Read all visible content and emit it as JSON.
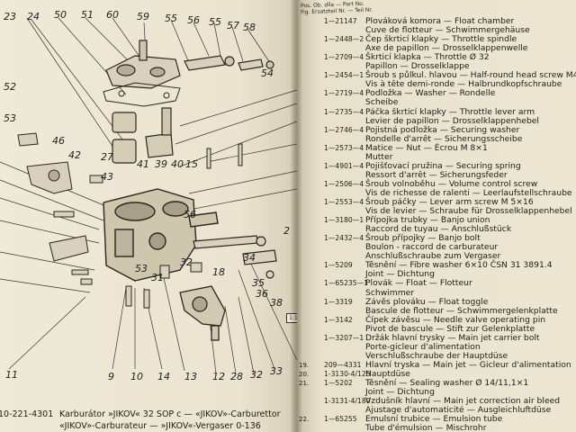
{
  "left_page": {
    "callouts": [
      "23",
      "24",
      "50",
      "51",
      "60",
      "59",
      "55",
      "56",
      "55",
      "57",
      "58",
      "52",
      "53",
      "54",
      "46",
      "27",
      "41",
      "42",
      "39",
      "40",
      "15",
      "43",
      "56",
      "32",
      "12",
      "28",
      "32",
      "33",
      "9",
      "10",
      "14",
      "11",
      "18",
      "35",
      "36",
      "38",
      "13",
      "31",
      "53",
      "34",
      "2"
    ],
    "drawing_code": "10-221-4301",
    "caption_line1": "Karburátor »JIKOV« 32 SOP c — «JIKOV»-Carburettor",
    "caption_line2": "«JIKOV»-Carburateur — »JIKOV«-Vergaser 0-136",
    "page_ref": "1:1"
  },
  "right_page": {
    "header_line1": "Pos. Ob. díla — Part No.",
    "header_line2": "Fig. Ersatzteil Nr. — Teil Nr.",
    "rows": [
      {
        "pos": "",
        "part": "1—21147",
        "desc": "Plováková komora — Float chamber"
      },
      {
        "pos": "",
        "part": "",
        "desc": "Cuve de flotteur — Schwimmergehäuse"
      },
      {
        "pos": "",
        "part": "1—2448—2",
        "desc": "Čep škrticí klapky — Throttle spindle"
      },
      {
        "pos": "",
        "part": "",
        "desc": "Axe de papillon — Drosselklappenwelle"
      },
      {
        "pos": "",
        "part": "1—2709—4",
        "desc": "Škrticí klapka — Throttle Ø 32"
      },
      {
        "pos": "",
        "part": "",
        "desc": "Papillon — Drosselklappe"
      },
      {
        "pos": "",
        "part": "1—2454—1",
        "desc": "Šroub s půlkul. hlavou — Half-round head screw M4"
      },
      {
        "pos": "",
        "part": "",
        "desc": "Vis à tête demi-ronde — Halbrundkopfschraube"
      },
      {
        "pos": "",
        "part": "1—2719—4",
        "desc": "Podložka — Washer — Rondelle"
      },
      {
        "pos": "",
        "part": "",
        "desc": "Scheibe"
      },
      {
        "pos": "",
        "part": "1—2735—4",
        "desc": "Páčka škrticí klapky — Throttle lever arm"
      },
      {
        "pos": "",
        "part": "",
        "desc": "Levier de papillon — Drosselklappenhebel"
      },
      {
        "pos": "",
        "part": "1—2746—4",
        "desc": "Pojistná podložka — Securing washer"
      },
      {
        "pos": "",
        "part": "",
        "desc": "Rondelle d'arrêt — Sicherungsscheibe"
      },
      {
        "pos": "",
        "part": "1—2573—4",
        "desc": "Matice — Nut — Écrou M 8×1"
      },
      {
        "pos": "",
        "part": "",
        "desc": "Mutter"
      },
      {
        "pos": "",
        "part": "1—4901—4",
        "desc": "Pojišťovací pružina — Securing spring"
      },
      {
        "pos": "",
        "part": "",
        "desc": "Ressort d'arrêt — Sicherungsfeder"
      },
      {
        "pos": "",
        "part": "1—2506—4",
        "desc": "Šroub volnoběhu — Volume control screw"
      },
      {
        "pos": "",
        "part": "",
        "desc": "Vis de richesse de ralenti — Leerlaufstellschraube"
      },
      {
        "pos": "",
        "part": "1—2553—4",
        "desc": "Šroub páčky — Lever arm screw M 5×16"
      },
      {
        "pos": "",
        "part": "",
        "desc": "Vis de levier — Schraube für Drosselklappenhebel"
      },
      {
        "pos": "",
        "part": "1—3180—1",
        "desc": "Přípojka trubky — Banjo union"
      },
      {
        "pos": "",
        "part": "",
        "desc": "Raccord de tuyau — Anschlußstück"
      },
      {
        "pos": "",
        "part": "1—2432—4",
        "desc": "Šroub přípojky — Banjo bolt"
      },
      {
        "pos": "",
        "part": "",
        "desc": "Boulon - raccord de carburateur"
      },
      {
        "pos": "",
        "part": "",
        "desc": "Anschlußschraube zum Vergaser"
      },
      {
        "pos": "",
        "part": "1—5209",
        "desc": "Těsnění — Fibre washer 6×10 ČSN 31 3891.4"
      },
      {
        "pos": "",
        "part": "",
        "desc": "Joint — Dichtung"
      },
      {
        "pos": "",
        "part": "1—65235—1",
        "desc": "Plovák — Float — Flotteur"
      },
      {
        "pos": "",
        "part": "",
        "desc": "Schwimmer"
      },
      {
        "pos": "",
        "part": "1—3319",
        "desc": "Závěs plováku — Float toggle"
      },
      {
        "pos": "",
        "part": "",
        "desc": "Bascule de flotteur — Schwimmergelenkplatte"
      },
      {
        "pos": "",
        "part": "1—3142",
        "desc": "Čípek závěsu — Needle valve operating pin"
      },
      {
        "pos": "",
        "part": "",
        "desc": "Pivot de bascule — Stift zur Gelenkplatte"
      },
      {
        "pos": "",
        "part": "1—3207—1",
        "desc": "Držák hlavní trysky — Main jet carrier bolt"
      },
      {
        "pos": "",
        "part": "",
        "desc": "Porte-gicleur d'alimentation"
      },
      {
        "pos": "",
        "part": "",
        "desc": "Verschlußschraube der Hauptdüse"
      },
      {
        "pos": "19.",
        "part": "209—4331",
        "desc": "Hlavní tryska — Main jet — Gicleur d'alimentation"
      },
      {
        "pos": "20.",
        "part": "1-3130-4/125",
        "desc": "Hauptdüse"
      },
      {
        "pos": "21.",
        "part": "1—5202",
        "desc": "Těsnění — Sealing washer Ø 14/11,1×1"
      },
      {
        "pos": "",
        "part": "",
        "desc": "Joint — Dichtung"
      },
      {
        "pos": "",
        "part": "1-3131-4/180",
        "desc": "Vzdušník hlavní — Main jet correction air bleed"
      },
      {
        "pos": "",
        "part": "",
        "desc": "Ajustage d'automaticité — Ausgleichluftdüse"
      },
      {
        "pos": "22.",
        "part": "1—65255",
        "desc": "Emulsní trubice — Emulsion tube"
      },
      {
        "pos": "",
        "part": "",
        "desc": "Tube d'émulsion — Mischrohr"
      }
    ]
  }
}
